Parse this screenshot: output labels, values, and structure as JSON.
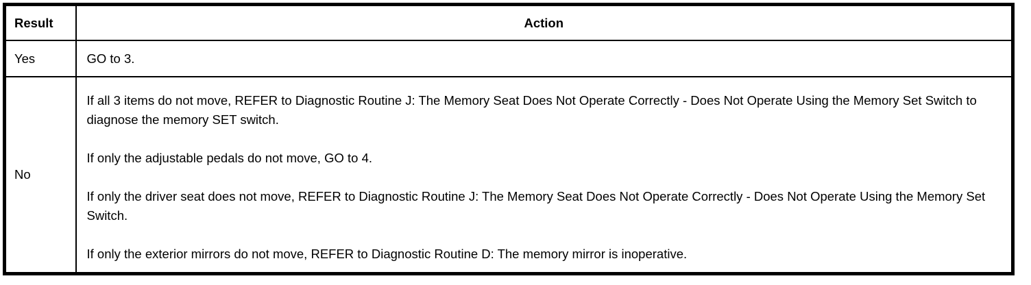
{
  "table": {
    "columns": {
      "result_label": "Result",
      "action_label": "Action"
    },
    "rows": [
      {
        "result": "Yes",
        "actions": [
          "GO to 3."
        ]
      },
      {
        "result": "No",
        "actions": [
          "If all 3 items do not move, REFER to Diagnostic Routine J: The Memory Seat Does Not Operate Correctly - Does Not Operate Using the Memory Set Switch to diagnose the memory SET switch.",
          "If only the adjustable pedals do not move, GO to 4.",
          "If only the driver seat does not move, REFER to Diagnostic Routine J: The Memory Seat Does Not Operate Correctly - Does Not Operate Using the Memory Set Switch.",
          "If only the exterior mirrors do not move, REFER to Diagnostic Routine D: The memory mirror is inoperative."
        ]
      }
    ],
    "colors": {
      "border": "#000000",
      "background": "#ffffff",
      "text": "#000000"
    }
  }
}
